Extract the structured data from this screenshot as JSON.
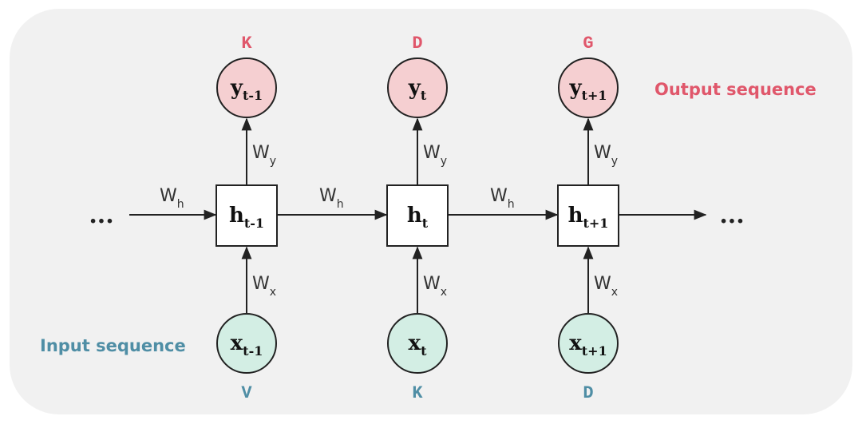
{
  "diagram": {
    "output_label": "Output sequence",
    "input_label": "Input sequence",
    "ellipsis_left": "...",
    "ellipsis_right": "...",
    "colors": {
      "background": "#f1f1f1",
      "output_fill": "#f5cfd1",
      "output_text": "#e0576b",
      "input_fill": "#d3eee4",
      "input_text": "#4f8ea5",
      "hidden_fill": "#ffffff",
      "stroke": "#222222"
    },
    "steps": [
      {
        "output_char": "K",
        "y_main": "y",
        "y_sub": "t-1",
        "wy_main": "W",
        "wy_sub": "y",
        "h_main": "h",
        "h_sub": "t-1",
        "wx_main": "W",
        "wx_sub": "x",
        "x_main": "x",
        "x_sub": "t-1",
        "input_char": "V"
      },
      {
        "output_char": "D",
        "y_main": "y",
        "y_sub": "t",
        "wy_main": "W",
        "wy_sub": "y",
        "h_main": "h",
        "h_sub": "t",
        "wx_main": "W",
        "wx_sub": "x",
        "x_main": "x",
        "x_sub": "t",
        "input_char": "K"
      },
      {
        "output_char": "G",
        "y_main": "y",
        "y_sub": "t+1",
        "wy_main": "W",
        "wy_sub": "y",
        "h_main": "h",
        "h_sub": "t+1",
        "wx_main": "W",
        "wx_sub": "x",
        "x_main": "x",
        "x_sub": "t+1",
        "input_char": "D"
      }
    ],
    "wh_labels": [
      {
        "main": "W",
        "sub": "h"
      },
      {
        "main": "W",
        "sub": "h"
      },
      {
        "main": "W",
        "sub": "h"
      }
    ]
  }
}
